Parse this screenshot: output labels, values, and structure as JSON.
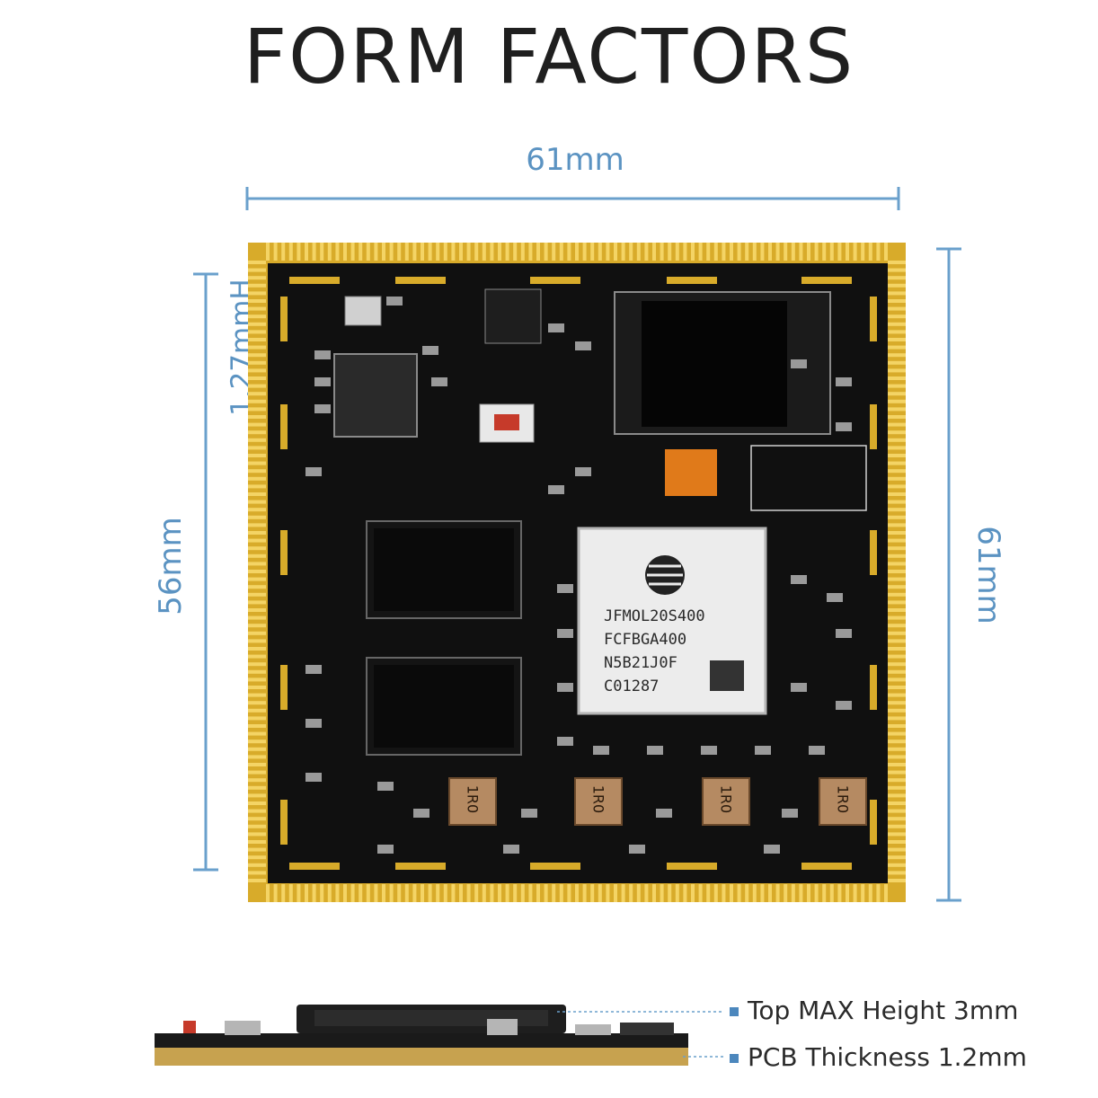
{
  "title": "FORM FACTORS",
  "dimensions": {
    "width": "61mm",
    "height_left": "56mm",
    "height_right": "61mm",
    "pin_pitch": "1.27mmH"
  },
  "chip": {
    "line1": "JFMOL20S400",
    "line2": "FCFBGA400",
    "line3": "N5B21J0F",
    "line4": "C01287"
  },
  "inductor_label": "1R0",
  "specs": {
    "top_height": "Top MAX Height  3mm",
    "pcb_thickness": "PCB Thickness 1.2mm"
  },
  "colors": {
    "dimension_blue": "#5b93c2",
    "pcb_black": "#101010",
    "gold_pad": "#d8ab2a"
  }
}
